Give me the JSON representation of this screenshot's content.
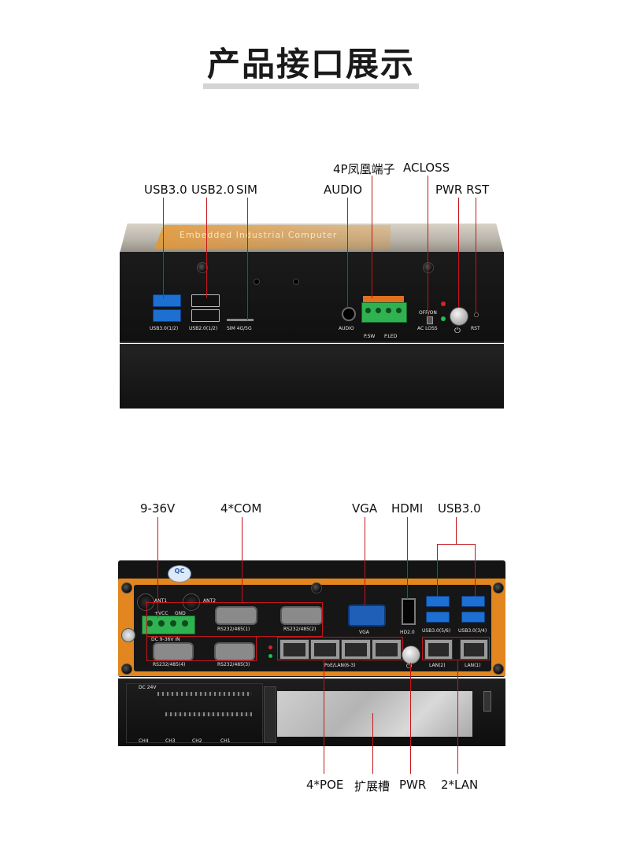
{
  "title": "产品接口展示",
  "top_device": {
    "brand_text": "Embedded Industrial Computer",
    "labels": {
      "usb30": "USB3.0",
      "usb20": "USB2.0",
      "sim": "SIM",
      "audio": "AUDIO",
      "phoenix": "4P凤凰端子",
      "acloss": "ACLOSS",
      "pwr_rst": "PWR RST"
    },
    "silk": {
      "usb30": "USB3.0(1/2)",
      "usb20": "USB2.0(1/2)",
      "sim": "SIM 4G/5G",
      "audio": "AUDIO",
      "psw": "P.SW",
      "pled": "P.LED",
      "offon": "OFF/ON",
      "acloss": "AC LOSS",
      "rst": "RST"
    }
  },
  "bottom_device": {
    "qc_badge": "QC",
    "labels_top": {
      "power": "9-36V",
      "com": "4*COM",
      "vga": "VGA",
      "hdmi": "HDMI",
      "usb30": "USB3.0"
    },
    "labels_bottom": {
      "poe": "4*POE",
      "slot": "扩展槽",
      "pwr": "PWR",
      "lan": "2*LAN"
    },
    "silk": {
      "ant1": "ANT1",
      "ant2": "ANT2",
      "vcc": "+VCC",
      "gnd": "GND",
      "dc": "DC 9-36V IN",
      "com1": "RS232/485(1)",
      "com2": "RS232/485(2)",
      "com3": "RS232/485(3)",
      "com4": "RS232/485(4)",
      "vga": "VGA",
      "hdmi": "HD2.0",
      "usb56": "USB3.0(5/6)",
      "usb34": "USB3.0(3/4)",
      "poe": "PoE/LAN(6-3)",
      "lan2": "LAN(2)",
      "lan1": "LAN(1)",
      "dc24": "DC 24V",
      "ch4": "CH4",
      "ch3": "CH3",
      "ch2": "CH2",
      "ch1": "CH1"
    }
  }
}
